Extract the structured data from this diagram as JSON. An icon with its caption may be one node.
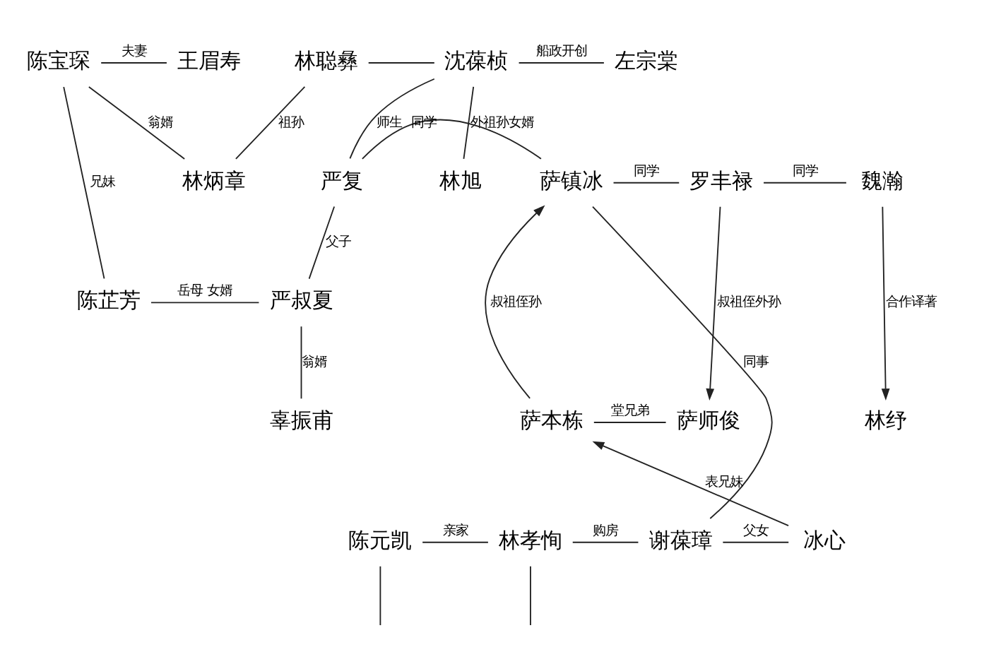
{
  "diagram": {
    "nodes": [
      {
        "text": [
          "陈宝琛"
        ]
      },
      {
        "text": [
          "王眉寿"
        ]
      },
      {
        "text": [
          "林聪彝"
        ]
      },
      {
        "text": [
          "沈葆桢"
        ]
      },
      {
        "text": [
          "左宗棠"
        ]
      },
      {
        "text": [
          "林炳章"
        ]
      },
      {
        "text": [
          "林旭"
        ]
      },
      {
        "text": [
          "严复"
        ]
      },
      {
        "text": [
          "萨镇冰"
        ]
      },
      {
        "text": [
          "罗丰禄"
        ]
      },
      {
        "text": [
          "魏瀚"
        ]
      },
      {
        "text": [
          "陈芷芳"
        ]
      },
      {
        "text": [
          "严叔夏"
        ]
      },
      {
        "text": [
          "萨本栋"
        ]
      },
      {
        "text": [
          "萨师俊"
        ]
      },
      {
        "text": [
          "林纾"
        ]
      },
      {
        "text": [
          "辜振甫"
        ]
      },
      {
        "text": [
          "陈元凯"
        ]
      },
      {
        "text": [
          "林孝恂"
        ]
      },
      {
        "text": [
          "谢葆璋"
        ]
      },
      {
        "text": [
          "冰心"
        ]
      }
    ],
    "edges": [
      {
        "from": 0,
        "to": 1,
        "arrow": "none",
        "label": "夫妻"
      },
      {
        "from": 2,
        "to": 3,
        "arrow": "none"
      },
      {
        "from": 3,
        "to": 4,
        "arrow": "none",
        "label": "船政开创"
      },
      {
        "from": 0,
        "to": 5,
        "arrow": "none",
        "label": "翁婿"
      },
      {
        "from": 2,
        "to": 5,
        "arrow": "none",
        "label": "祖孙"
      },
      {
        "from": 3,
        "to": 6,
        "arrow": "none",
        "label": "外祖孙女婿"
      },
      {
        "from": 3,
        "to": 7,
        "arrow": "none",
        "label": "师生"
      },
      {
        "from": 7,
        "to": 8,
        "arrow": "none",
        "label": "同学"
      },
      {
        "from": 8,
        "to": 9,
        "arrow": "none",
        "label": "同学"
      },
      {
        "from": 9,
        "to": 10,
        "arrow": "none",
        "label": "同学"
      },
      {
        "from": 0,
        "to": 11,
        "arrow": "none",
        "label": "兄妹"
      },
      {
        "from": 7,
        "to": 12,
        "arrow": "none",
        "label": "父子"
      },
      {
        "from": 11,
        "to": 12,
        "arrow": "none",
        "label": "岳母 女婿"
      },
      {
        "from": 13,
        "to": 8,
        "arrow": "to",
        "label": "叔祖侄孙"
      },
      {
        "from": 9,
        "to": 14,
        "arrow": "to",
        "label": "叔祖侄外孙"
      },
      {
        "from": 10,
        "to": 15,
        "arrow": "to",
        "label": "合作译著"
      },
      {
        "from": 12,
        "to": 16,
        "arrow": "none",
        "label": "翁婿"
      },
      {
        "from": 13,
        "to": 14,
        "arrow": "none",
        "label": "堂兄弟"
      },
      {
        "from": 19,
        "to": 8,
        "arrow": "none",
        "label": "同事"
      },
      {
        "from": 20,
        "to": 13,
        "arrow": "to",
        "label": "表兄妹"
      },
      {
        "from": 17,
        "to": 18,
        "arrow": "none",
        "label": "亲家"
      },
      {
        "from": 18,
        "to": 19,
        "arrow": "none",
        "label": "购房"
      },
      {
        "from": 19,
        "to": 20,
        "arrow": "none",
        "label": "父女"
      },
      {
        "from": 17,
        "to": null,
        "arrow": "none"
      },
      {
        "from": 18,
        "to": null,
        "arrow": "none"
      }
    ]
  }
}
